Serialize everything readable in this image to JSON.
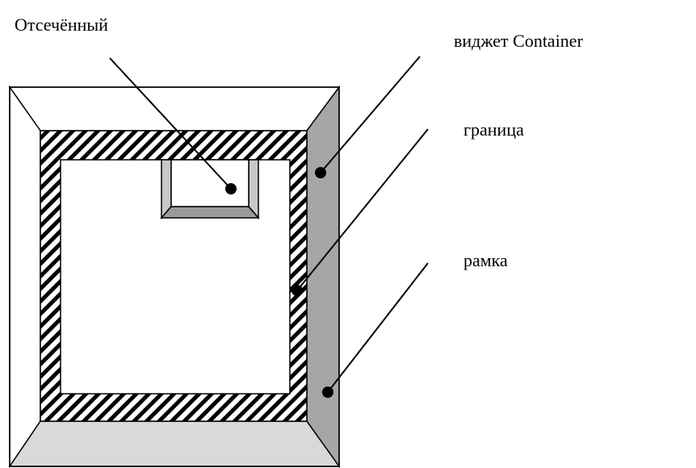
{
  "labels": {
    "clipped": "Отсечённый",
    "container_widget": "виджет Container",
    "border": "граница",
    "frame": "рамка"
  },
  "colors": {
    "ink": "#000000",
    "frame_light": "#ffffff",
    "frame_shade": "#d9d9d9",
    "frame_dark": "#a6a6a6",
    "hatch": "#000000"
  }
}
